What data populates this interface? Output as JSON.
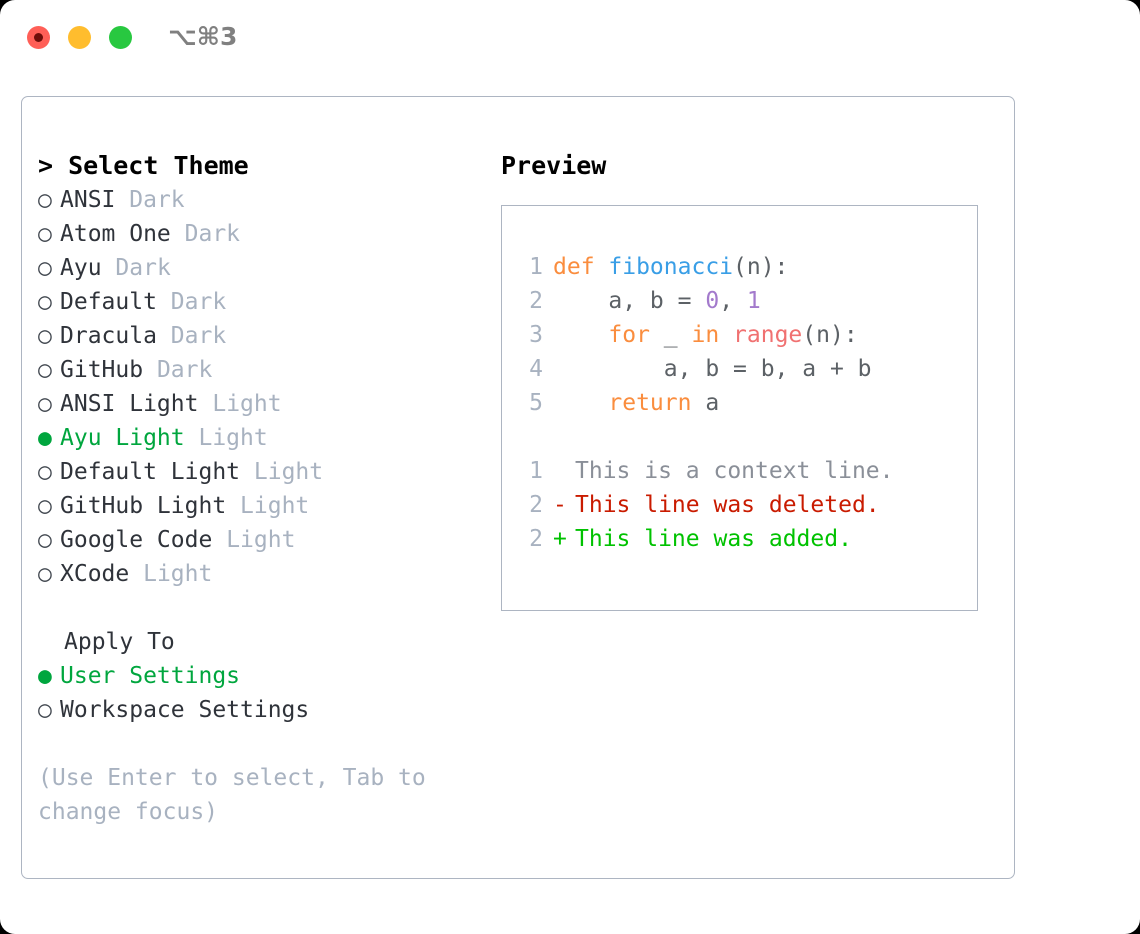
{
  "titlebar": {
    "shortcut": "⌥⌘3",
    "lights": [
      {
        "name": "close",
        "color": "#ff5f57"
      },
      {
        "name": "minimize",
        "color": "#ffbd2e"
      },
      {
        "name": "maximize",
        "color": "#28c840"
      }
    ]
  },
  "theme_picker": {
    "title": "> Select Theme",
    "selected_marker": "●",
    "unselected_marker": "○",
    "accent_color": "#00a63e",
    "items": [
      {
        "marker": "○",
        "name": "ANSI",
        "badge": "Dark",
        "selected": false
      },
      {
        "marker": "○",
        "name": "Atom One",
        "badge": "Dark",
        "selected": false
      },
      {
        "marker": "○",
        "name": "Ayu",
        "badge": "Dark",
        "selected": false
      },
      {
        "marker": "○",
        "name": "Default",
        "badge": "Dark",
        "selected": false
      },
      {
        "marker": "○",
        "name": "Dracula",
        "badge": "Dark",
        "selected": false
      },
      {
        "marker": "○",
        "name": "GitHub",
        "badge": "Dark",
        "selected": false
      },
      {
        "marker": "○",
        "name": "ANSI Light",
        "badge": "Light",
        "selected": false
      },
      {
        "marker": "●",
        "name": "Ayu Light",
        "badge": "Light",
        "selected": true
      },
      {
        "marker": "○",
        "name": "Default Light",
        "badge": "Light",
        "selected": false
      },
      {
        "marker": "○",
        "name": "GitHub Light",
        "badge": "Light",
        "selected": false
      },
      {
        "marker": "○",
        "name": "Google Code",
        "badge": "Light",
        "selected": false
      },
      {
        "marker": "○",
        "name": "XCode",
        "badge": "Light",
        "selected": false
      }
    ]
  },
  "apply_to": {
    "title": "Apply To",
    "items": [
      {
        "marker": "●",
        "label": "User Settings",
        "selected": true
      },
      {
        "marker": "○",
        "label": "Workspace Settings",
        "selected": false
      }
    ]
  },
  "hint": "(Use Enter to select, Tab to change focus)",
  "preview": {
    "title": "Preview",
    "code": [
      {
        "ln": "1",
        "tokens": [
          {
            "t": "def ",
            "c": "kw"
          },
          {
            "t": "fibonacci",
            "c": "fn"
          },
          {
            "t": "(n):",
            "c": "pun"
          }
        ]
      },
      {
        "ln": "2",
        "tokens": [
          {
            "t": "    a, b = ",
            "c": "var"
          },
          {
            "t": "0",
            "c": "num"
          },
          {
            "t": ", ",
            "c": "pun"
          },
          {
            "t": "1",
            "c": "num"
          }
        ]
      },
      {
        "ln": "3",
        "tokens": [
          {
            "t": "    for ",
            "c": "kw"
          },
          {
            "t": "_ ",
            "c": "var"
          },
          {
            "t": "in ",
            "c": "kw"
          },
          {
            "t": "range",
            "c": "call"
          },
          {
            "t": "(n):",
            "c": "pun"
          }
        ]
      },
      {
        "ln": "4",
        "tokens": [
          {
            "t": "        a, b = b, a + b",
            "c": "var"
          }
        ]
      },
      {
        "ln": "5",
        "tokens": [
          {
            "t": "    return ",
            "c": "kw"
          },
          {
            "t": "a",
            "c": "var"
          }
        ]
      }
    ],
    "diff": [
      {
        "ln": "1",
        "mark": " ",
        "text": "This is a context line.",
        "kind": "diff-ctx"
      },
      {
        "ln": "2",
        "mark": "-",
        "text": "This line was deleted.",
        "kind": "diff-del"
      },
      {
        "ln": "2",
        "mark": "+",
        "text": "This line was added.",
        "kind": "diff-add"
      }
    ]
  }
}
